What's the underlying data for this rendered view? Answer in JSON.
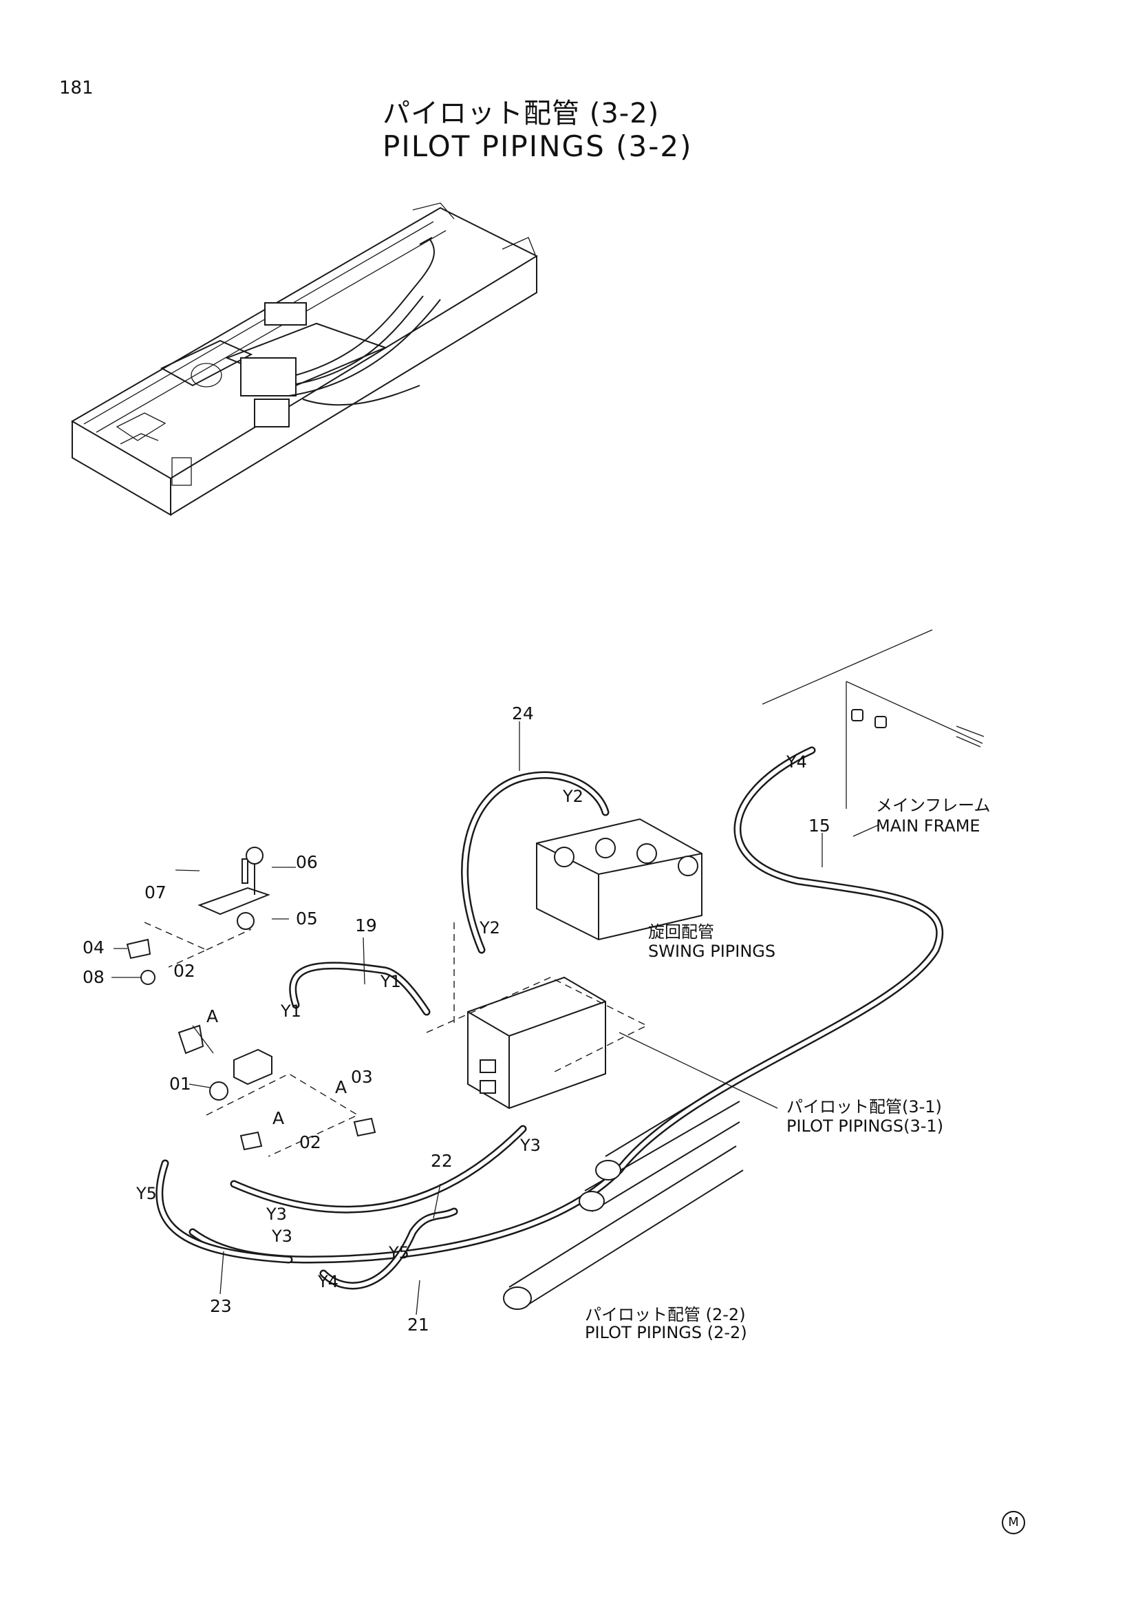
{
  "header": {
    "page_number": "181",
    "title_jp": "パイロット配管 (3-2)",
    "title_en": "PILOT PIPINGS (3-2)"
  },
  "callouts": {
    "c01": "01",
    "c02a": "02",
    "c02b": "02",
    "c03": "03",
    "c04": "04",
    "c05": "05",
    "c06": "06",
    "c07": "07",
    "c08": "08",
    "c15": "15",
    "c19": "19",
    "c21": "21",
    "c22": "22",
    "c23": "23",
    "c24": "24"
  },
  "joint_labels": {
    "a1": "A",
    "a2": "A",
    "a3": "A",
    "y1a": "Y1",
    "y1b": "Y1",
    "y2a": "Y2",
    "y2b": "Y2",
    "y3a": "Y3",
    "y3b": "Y3",
    "y3c": "Y3",
    "y4a": "Y4",
    "y4b": "Y4",
    "y5a": "Y5",
    "y5b": "Y5"
  },
  "references": {
    "main_frame_jp": "メインフレーム",
    "main_frame_en": "MAIN FRAME",
    "swing_jp": "旋回配管",
    "swing_en": "SWING PIPINGS",
    "pilot31_jp": "パイロット配管(3-1)",
    "pilot31_en": "PILOT PIPINGS(3-1)",
    "pilot22_jp": "パイロット配管 (2-2)",
    "pilot22_en": "PILOT PIPINGS (2-2)"
  },
  "footer": {
    "mark": "M"
  }
}
